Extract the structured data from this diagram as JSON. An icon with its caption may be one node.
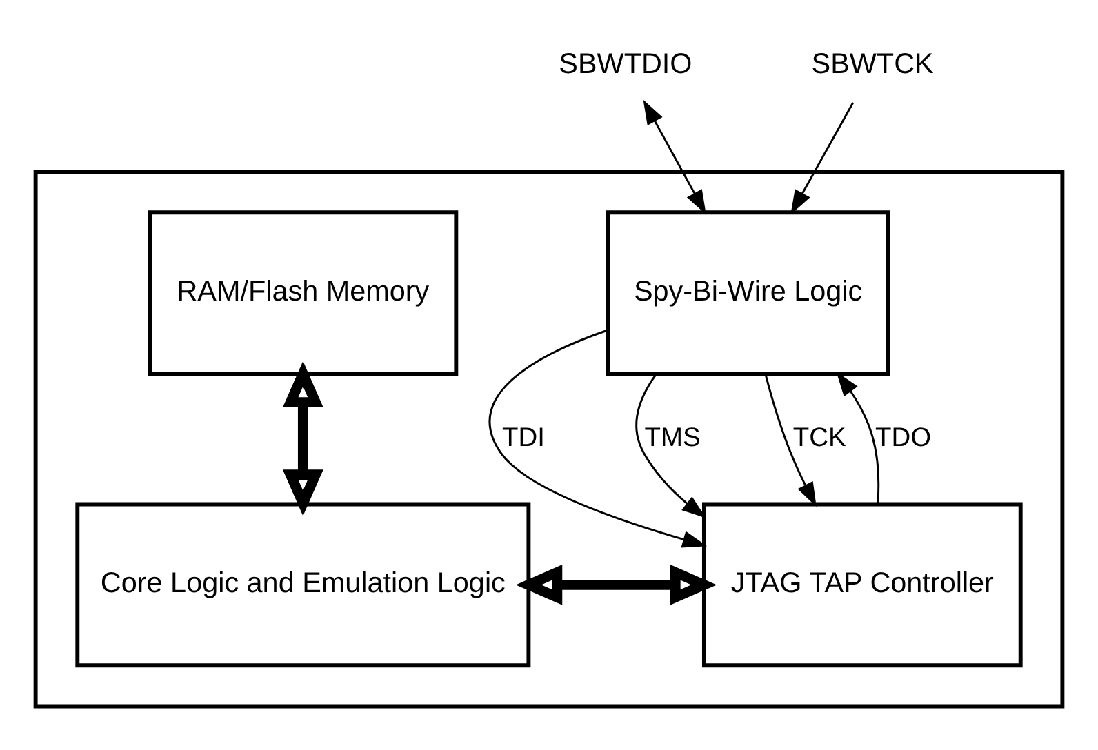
{
  "diagram": {
    "nodes": [
      {
        "text": [],
        "shape": "box"
      },
      {
        "text": [
          "SBWTDIO"
        ]
      },
      {
        "text": [
          "SBWTCK"
        ]
      },
      {
        "text": [
          "Spy-Bi-Wire Logic"
        ],
        "in": 0
      },
      {
        "text": [
          "RAM/Flash Memory"
        ],
        "in": 0
      },
      {
        "text": [
          "JTAG TAP Controller"
        ],
        "in": 0
      },
      {
        "text": [
          "Core Logic and Emulation Logic"
        ],
        "in": 0
      }
    ],
    "edges": [
      {
        "from": 1,
        "to": 3,
        "arrow": "both"
      },
      {
        "from": 2,
        "to": 3,
        "arrow": "to"
      },
      {
        "from": 5,
        "to": 3,
        "arrow": "to",
        "label": "TDO"
      },
      {
        "from": 3,
        "to": 5,
        "arrow": "to",
        "label": "TDI"
      },
      {
        "from": 3,
        "to": 5,
        "arrow": "to",
        "label": "TMS"
      },
      {
        "from": 3,
        "to": 5,
        "arrow": "to",
        "label": "TCK"
      },
      {
        "from": 5,
        "to": 6,
        "arrow": "both",
        "style": "thick"
      },
      {
        "from": 4,
        "to": 6,
        "arrow": "both",
        "style": "thick"
      }
    ]
  }
}
